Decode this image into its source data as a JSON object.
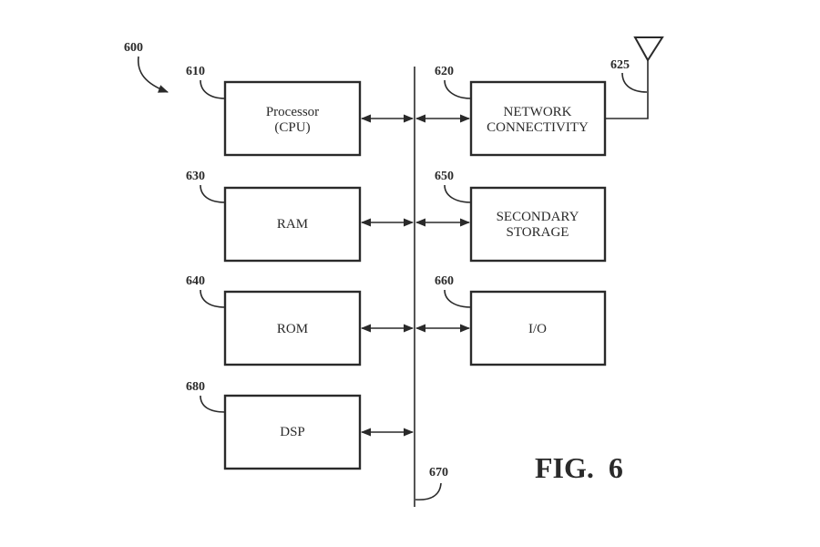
{
  "diagram": {
    "figure_label": "FIG.  6",
    "system_ref": "600",
    "bus": {
      "ref": "670"
    },
    "antenna": {
      "ref": "625"
    },
    "components": [
      {
        "id": "cpu",
        "ref": "610",
        "lines": [
          "Processor",
          "(CPU)"
        ]
      },
      {
        "id": "network",
        "ref": "620",
        "lines": [
          "NETWORK",
          "CONNECTIVITY"
        ]
      },
      {
        "id": "ram",
        "ref": "630",
        "lines": [
          "RAM"
        ]
      },
      {
        "id": "secondary-storage",
        "ref": "650",
        "lines": [
          "SECONDARY",
          "STORAGE"
        ]
      },
      {
        "id": "rom",
        "ref": "640",
        "lines": [
          "ROM"
        ]
      },
      {
        "id": "io",
        "ref": "660",
        "lines": [
          "I/O"
        ]
      },
      {
        "id": "dsp",
        "ref": "680",
        "lines": [
          "DSP"
        ]
      }
    ]
  }
}
